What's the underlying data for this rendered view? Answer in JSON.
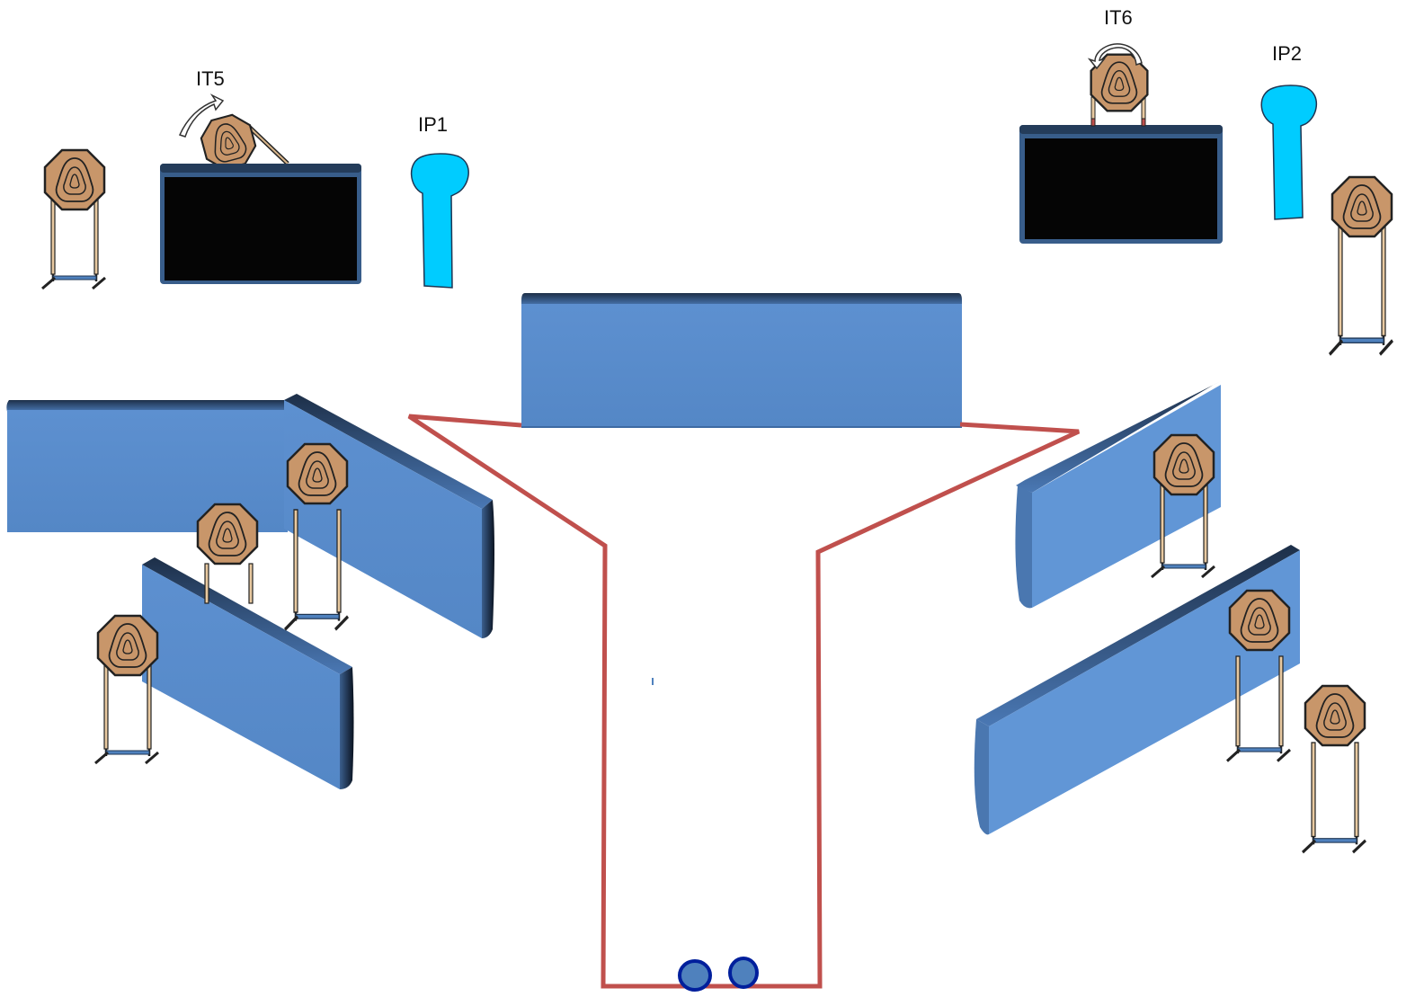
{
  "labels": {
    "it5": "IT5",
    "it6": "IT6",
    "ip1": "IP1",
    "ip2": "IP2"
  },
  "colors": {
    "wall": "#5b8ccb",
    "wall_dark": "#1f3552",
    "target": "#c8966a",
    "target_outline": "#222222",
    "no_shoot": "#00ccff",
    "fault_line": "#c0504d",
    "start_marker": "#4f81bd",
    "start_marker_outline": "#001f9c",
    "screen": "#050505"
  },
  "icons": {
    "target": "steel-target-icon",
    "no_shoot": "no-shoot-target-icon",
    "rotation": "rotation-arrow-icon",
    "start": "start-position-icon"
  }
}
